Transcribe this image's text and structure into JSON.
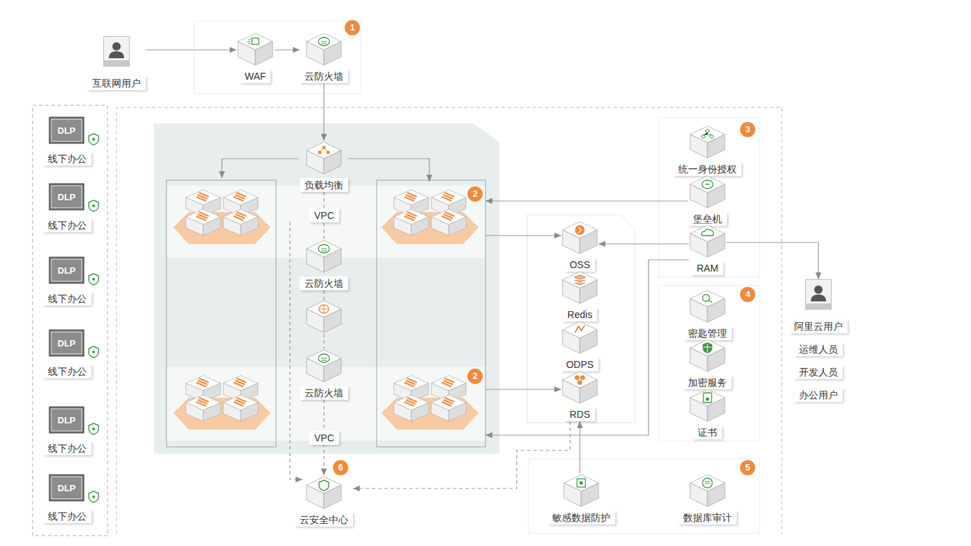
{
  "diagram": {
    "nodes": [
      {
        "text": [
          "互联网用户"
        ]
      },
      {
        "text": [
          "WAF"
        ]
      },
      {
        "text": [
          "云防火墙"
        ]
      },
      {
        "text": [
          "DLP",
          "线下办公"
        ]
      },
      {
        "text": [
          "DLP",
          "线下办公"
        ]
      },
      {
        "text": [
          "DLP",
          "线下办公"
        ]
      },
      {
        "text": [
          "DLP",
          "线下办公"
        ]
      },
      {
        "text": [
          "DLP",
          "线下办公"
        ]
      },
      {
        "text": [
          "DLP",
          "线下办公"
        ]
      },
      {
        "text": [
          "负载均衡"
        ]
      },
      {
        "text": [
          "2"
        ]
      },
      {
        "text": [
          "云防火墙"
        ]
      },
      {
        "text": [
          "云防火墙"
        ]
      },
      {
        "text": [
          "2"
        ]
      },
      {
        "text": [
          "云安全中心"
        ]
      },
      {
        "text": [
          "统一身份授权"
        ]
      },
      {
        "text": [
          "堡垒机"
        ]
      },
      {
        "text": [
          "RAM"
        ]
      },
      {
        "text": [
          "OSS"
        ]
      },
      {
        "text": [
          "Redis"
        ]
      },
      {
        "text": [
          "ODPS"
        ]
      },
      {
        "text": [
          "RDS"
        ]
      },
      {
        "text": [
          "密匙管理"
        ]
      },
      {
        "text": [
          "加密服务"
        ]
      },
      {
        "text": [
          "证书"
        ]
      },
      {
        "text": [
          "阿里云用户",
          "运维人员",
          "开发人员",
          "办公用户"
        ]
      },
      {
        "text": [
          "敏感数据防护"
        ]
      },
      {
        "text": [
          "数据库审计"
        ]
      }
    ],
    "edges": [
      {
        "from": 0,
        "to": 1,
        "arrow": "to"
      },
      {
        "from": 1,
        "to": 2,
        "arrow": "to"
      },
      {
        "from": 2,
        "to": 9,
        "arrow": "to"
      },
      {
        "from": 9,
        "to": 10,
        "arrow": "to"
      },
      {
        "from": 9,
        "to": 11,
        "label": "VPC",
        "arrow": "none"
      },
      {
        "from": 11,
        "to": 12,
        "arrow": "none"
      },
      {
        "from": 12,
        "to": 14,
        "label": "VPC",
        "arrow": "to"
      },
      {
        "from": 16,
        "to": 10,
        "arrow": "to"
      },
      {
        "from": 17,
        "to": 18,
        "arrow": "to"
      },
      {
        "from": 17,
        "to": 25,
        "arrow": "to"
      },
      {
        "from": 17,
        "to": 13,
        "arrow": "to"
      },
      {
        "from": 10,
        "to": 18,
        "arrow": "to"
      },
      {
        "from": 13,
        "to": 21,
        "arrow": "to"
      },
      {
        "from": 21,
        "to": 14,
        "arrow": "to"
      },
      {
        "from": 26,
        "to": 21,
        "arrow": "to"
      }
    ],
    "labels": [
      "1",
      "3",
      "4",
      "5",
      "6"
    ]
  }
}
